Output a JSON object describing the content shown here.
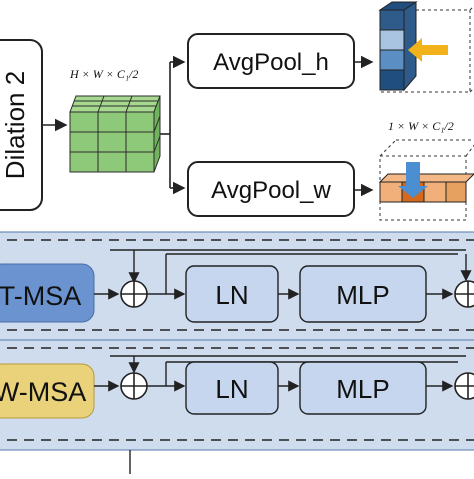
{
  "top_section": {
    "dilation_label": "Dilation 2",
    "input_dims": "H × W × C₁/2",
    "branch_h": {
      "label": "AvgPool_h"
    },
    "branch_w": {
      "label": "AvgPool_w",
      "output_dims": "1 × W × C₁/2"
    }
  },
  "blocks": [
    {
      "attention_label": "T-MSA",
      "norm_label": "LN",
      "mlp_label": "MLP",
      "attention_color": "#6a93cf"
    },
    {
      "attention_label": "W-MSA",
      "norm_label": "LN",
      "mlp_label": "MLP",
      "attention_color": "#e9d27a"
    }
  ],
  "colors": {
    "panel_fill": "#cfdcee",
    "green_cube": "#8ec97a",
    "blue_dark": "#2e5b8a",
    "blue_light": "#a9c4e0",
    "orange_arrow": "#f2b21a",
    "orange_cube": "#d2691e",
    "arrow_blue": "#4b8ed1"
  }
}
